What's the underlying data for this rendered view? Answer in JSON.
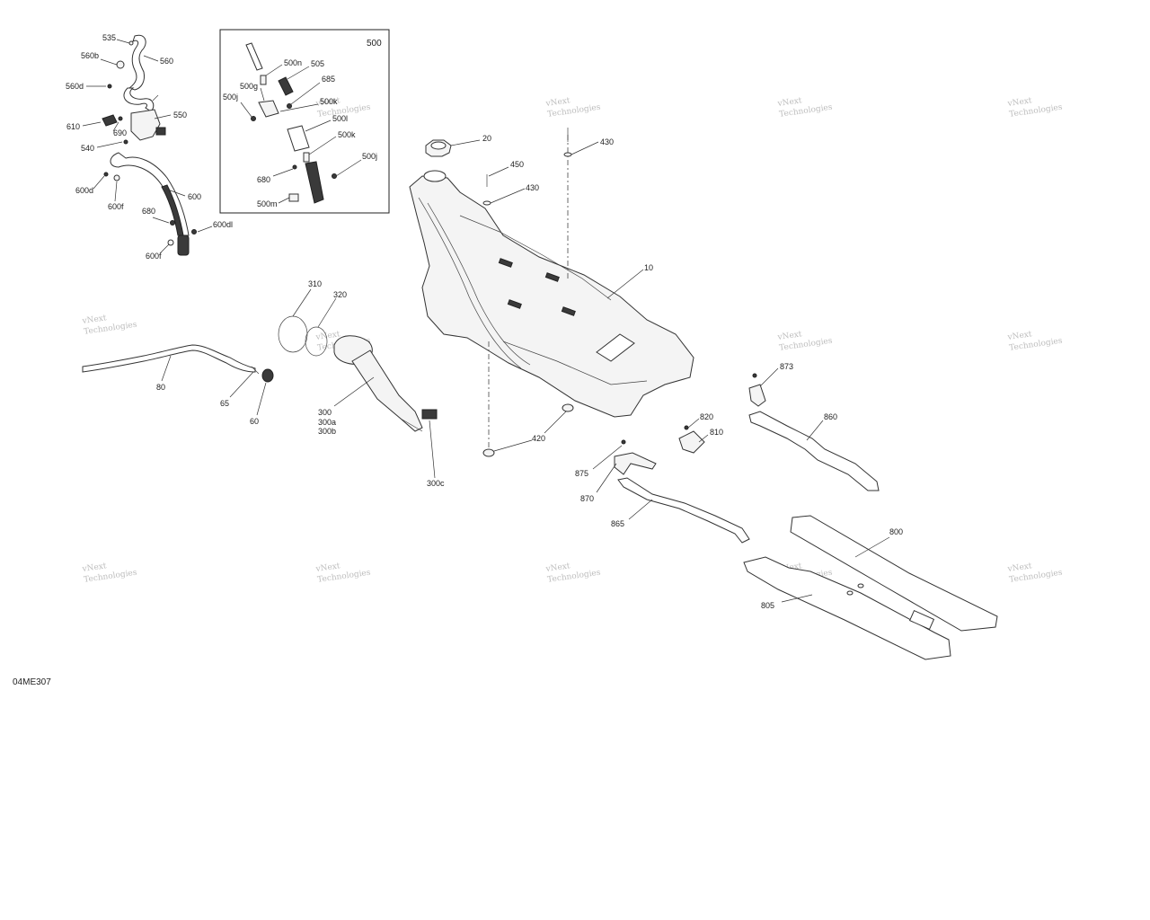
{
  "diagram": {
    "reference_code": "04ME307",
    "inset_title": "500",
    "watermark_text": [
      "vNext",
      "Technologies"
    ],
    "labels": {
      "p535": "535",
      "p560b": "560b",
      "p560": "560",
      "p560d": "560d",
      "p550": "550",
      "p610": "610",
      "p690": "690",
      "p540": "540",
      "p600d": "600d",
      "p600": "600",
      "p600f_a": "600f",
      "p680_a": "680",
      "p600dl": "600dl",
      "p600f_b": "600f",
      "p500n": "500n",
      "p505": "505",
      "p500g": "500g",
      "p685": "685",
      "p500j_a": "500j",
      "p500k_a": "500k",
      "p500l": "500l",
      "p500k_b": "500k",
      "p680_b": "680",
      "p500j_b": "500j",
      "p500m": "500m",
      "p20": "20",
      "p450": "450",
      "p430_a": "430",
      "p430_b": "430",
      "p10": "10",
      "p310": "310",
      "p320": "320",
      "p80": "80",
      "p65": "65",
      "p60": "60",
      "p300": "300",
      "p300a": "300a",
      "p300b": "300b",
      "p300c": "300c",
      "p420": "420",
      "p873": "873",
      "p860": "860",
      "p820": "820",
      "p810": "810",
      "p875": "875",
      "p870": "870",
      "p865": "865",
      "p800": "800",
      "p805": "805"
    }
  }
}
